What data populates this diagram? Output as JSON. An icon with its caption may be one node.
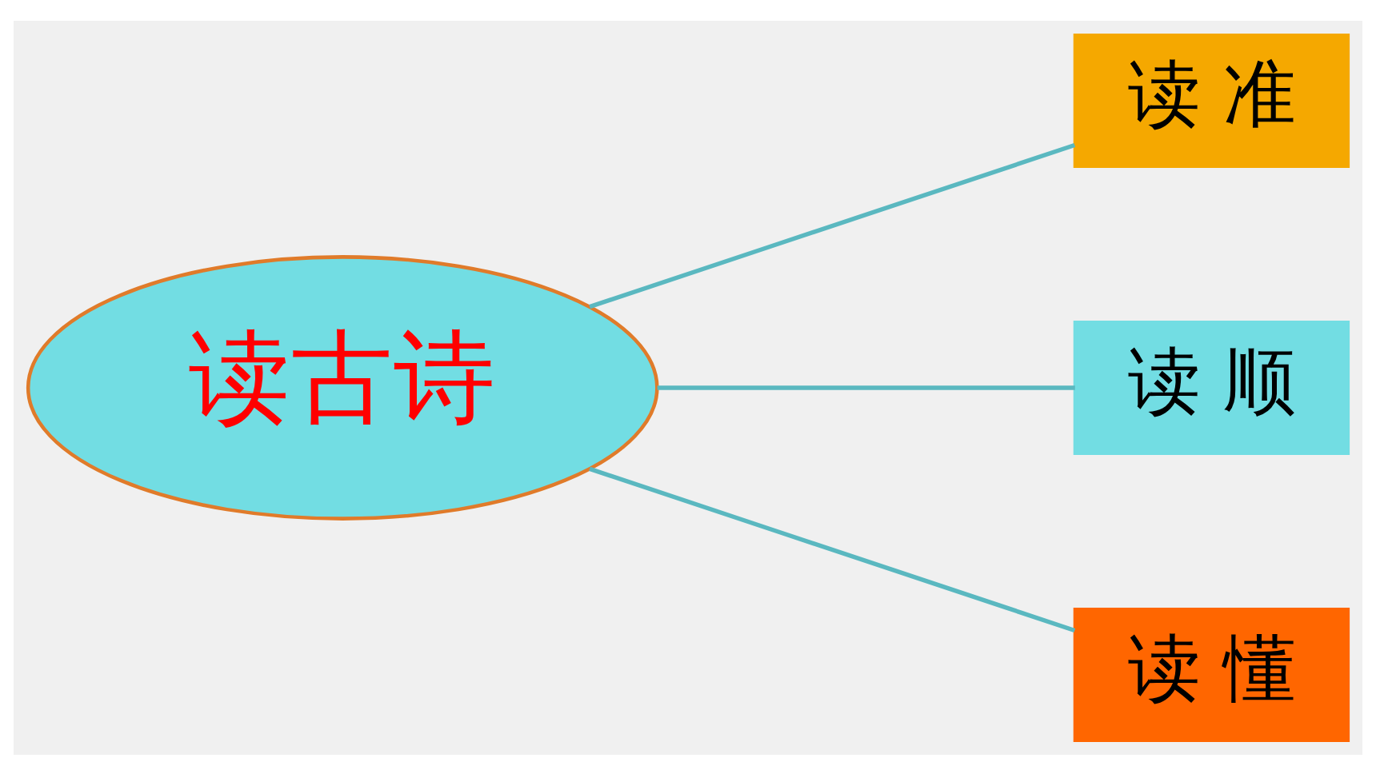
{
  "diagram": {
    "nodes": [
      {
        "text": [
          "读古诗"
        ]
      },
      {
        "text": [
          "读 准"
        ]
      },
      {
        "text": [
          "读 顺"
        ]
      },
      {
        "text": [
          "读 懂"
        ]
      }
    ],
    "edges": [
      {
        "from": 0,
        "to": 1,
        "arrow": "none"
      },
      {
        "from": 0,
        "to": 2,
        "arrow": "none"
      },
      {
        "from": 0,
        "to": 3,
        "arrow": "none"
      }
    ]
  }
}
